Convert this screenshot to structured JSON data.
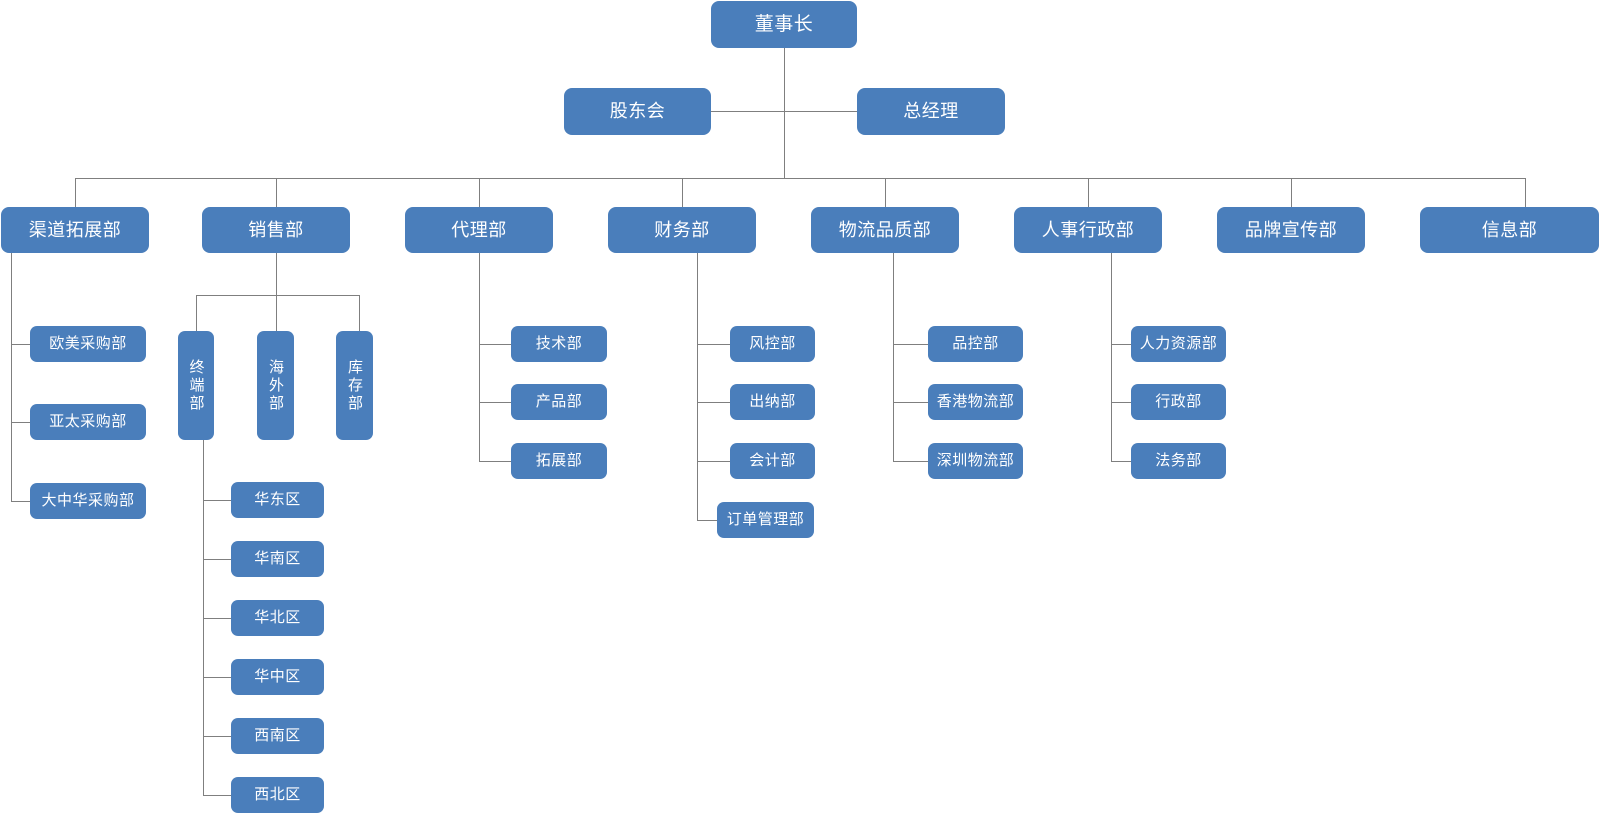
{
  "chart_title": "",
  "theme": {
    "node_fill": "#4a7ebb",
    "node_text": "#ffffff",
    "connector": "#7f7f7f",
    "background": "#ffffff"
  },
  "org": {
    "chairman": {
      "label": "董事长"
    },
    "board_left": {
      "label": "股东会"
    },
    "board_right": {
      "label": "总经理"
    },
    "departments": [
      {
        "label": "渠道拓展部",
        "children": [
          {
            "label": "欧美采购部"
          },
          {
            "label": "亚太采购部"
          },
          {
            "label": "大中华采购部"
          }
        ]
      },
      {
        "label": "销售部",
        "children": [
          {
            "label": "终端部",
            "orientation": "vertical",
            "children": [
              {
                "label": "华东区"
              },
              {
                "label": "华南区"
              },
              {
                "label": "华北区"
              },
              {
                "label": "华中区"
              },
              {
                "label": "西南区"
              },
              {
                "label": "西北区"
              }
            ]
          },
          {
            "label": "海外部",
            "orientation": "vertical"
          },
          {
            "label": "库存部",
            "orientation": "vertical"
          }
        ]
      },
      {
        "label": "代理部",
        "children": [
          {
            "label": "技术部"
          },
          {
            "label": "产品部"
          },
          {
            "label": "拓展部"
          }
        ]
      },
      {
        "label": "财务部",
        "children": [
          {
            "label": "风控部"
          },
          {
            "label": "出纳部"
          },
          {
            "label": "会计部"
          },
          {
            "label": "订单管理部"
          }
        ]
      },
      {
        "label": "物流品质部",
        "children": [
          {
            "label": "品控部"
          },
          {
            "label": "香港物流部"
          },
          {
            "label": "深圳物流部"
          }
        ]
      },
      {
        "label": "人事行政部",
        "children": [
          {
            "label": "人力资源部"
          },
          {
            "label": "行政部"
          },
          {
            "label": "法务部"
          }
        ]
      },
      {
        "label": "品牌宣传部",
        "children": []
      },
      {
        "label": "信息部",
        "children": []
      }
    ]
  }
}
